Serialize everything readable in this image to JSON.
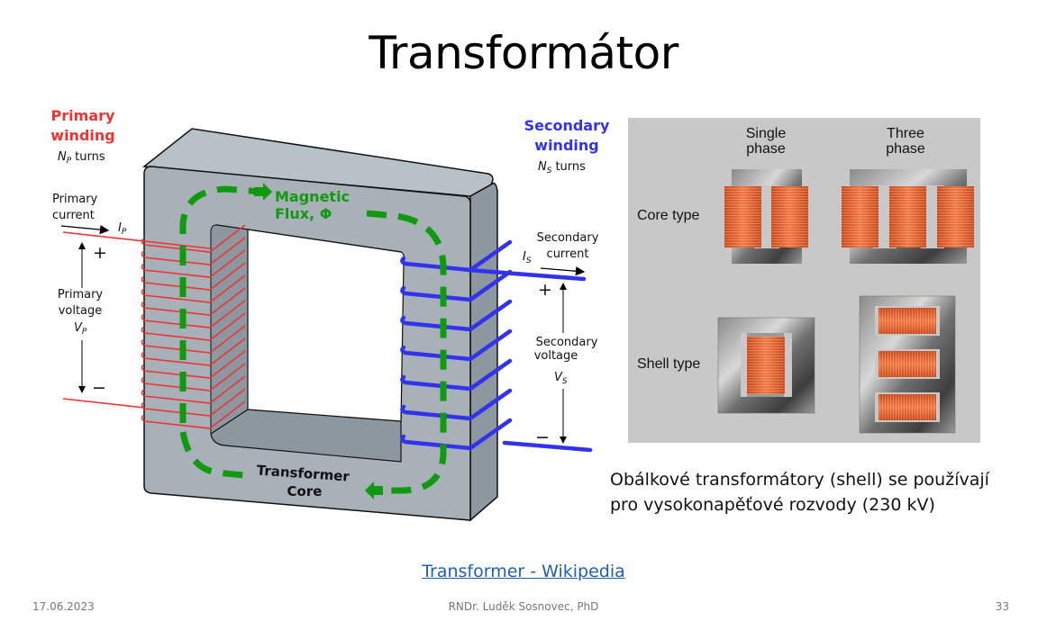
{
  "slide": {
    "title": "Transformátor",
    "page_number": "33",
    "date": "17.06.2023",
    "author": "RNDr. Luděk Sosnovec, PhD"
  },
  "diagram": {
    "primary_winding_line1": "Primary",
    "primary_winding_line2": "winding",
    "primary_turns_symbol": "N",
    "primary_turns_sub": "P",
    "turns_word": "turns",
    "primary_current_line1": "Primary",
    "primary_current_line2": "current",
    "primary_current_symbol": "I",
    "primary_current_sub": "P",
    "primary_voltage_line1": "Primary",
    "primary_voltage_line2": "voltage",
    "primary_voltage_symbol": "V",
    "primary_voltage_sub": "P",
    "plus": "+",
    "minus": "−",
    "flux_line1": "Magnetic",
    "flux_line2": "Flux,  Φ",
    "core_line1": "Transformer",
    "core_line2": "Core",
    "secondary_winding_line1": "Secondary",
    "secondary_winding_line2": "winding",
    "secondary_turns_symbol": "N",
    "secondary_turns_sub": "S",
    "secondary_current_line1": "Secondary",
    "secondary_current_line2": "current",
    "secondary_current_symbol": "I",
    "secondary_current_sub": "S",
    "secondary_voltage_line1": "Secondary",
    "secondary_voltage_line2": "voltage",
    "secondary_voltage_symbol": "V",
    "secondary_voltage_sub": "S",
    "colors": {
      "primary": "#ee3333",
      "secondary": "#3333ee",
      "flux": "#119911",
      "core": "#a9b1b8"
    }
  },
  "types_panel": {
    "single_phase_line1": "Single",
    "single_phase_line2": "phase",
    "three_phase_line1": "Three",
    "three_phase_line2": "phase",
    "core_type": "Core type",
    "shell_type": "Shell type"
  },
  "note": {
    "line1": "Obálkové transformátory (shell) se používají",
    "line2": "pro vysokonapěťové rozvody (230 kV)"
  },
  "link": {
    "text": "Transformer - Wikipedia"
  }
}
